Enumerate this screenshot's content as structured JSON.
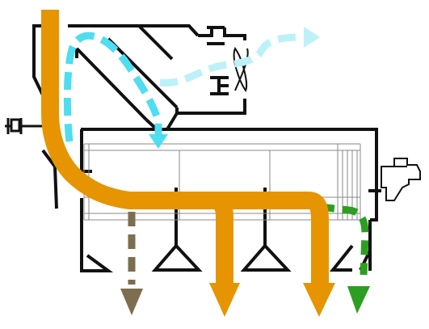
{
  "diagram": {
    "colors": {
      "background": "#ffffff",
      "structure": "#111111",
      "internal_guides": "#8a8a8a",
      "main_flow": "#E69500",
      "air_flow": "#4FDDF0",
      "air_flow_exhaust": "#BDF1F8",
      "fine_flow": "#7D6E4F",
      "recycle_flow": "#2E9E22"
    },
    "flows": [
      {
        "name": "main-flow",
        "color_key": "main_flow",
        "style": "solid",
        "outlets": 2
      },
      {
        "name": "air-flow",
        "color_key": "air_flow",
        "style": "dashed",
        "outlets": 1
      },
      {
        "name": "fine-flow",
        "color_key": "fine_flow",
        "style": "dashed",
        "outlets": 1
      },
      {
        "name": "recycle-flow",
        "color_key": "recycle_flow",
        "style": "dashed",
        "outlets": 1
      }
    ],
    "icons": [
      "fan-icon",
      "motor-icon",
      "valve-icon"
    ]
  }
}
